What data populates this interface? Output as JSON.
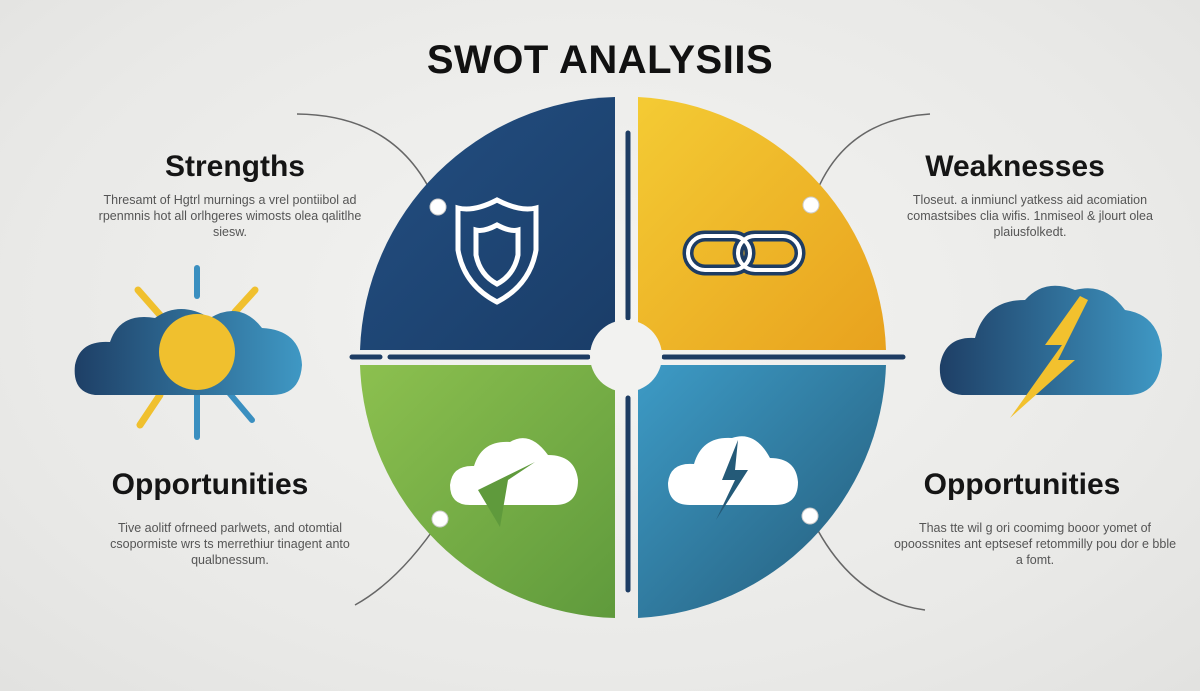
{
  "title": "SWOT ANALYSIIS",
  "sections": [
    {
      "heading": "Strengths",
      "text": "Thresamt of Hgtrl murnings a vrel pontiibol ad rpenmnis hot all orlhgeres wimosts olea qalitlhe siesw.",
      "icon": "sun-cloud-icon"
    },
    {
      "heading": "Weaknesses",
      "text": "Tloseut. a inmiuncl yatkess aid acomiation comastsibes clia wifis. 1nmiseol & jlourt olea plaiusfolkedt.",
      "icon": "storm-cloud-icon"
    },
    {
      "heading": "Opportunities",
      "text": "Tive aolitf ofrneed parlwets, and otomtial csopormiste wrs ts merrethiur tinagent anto qualbnessum.",
      "icon": ""
    },
    {
      "heading": "Opportunities",
      "text": "Thas tte wil g ori coomimg booor yomet of opoossnites ant eptsesef retommilly pou dor e bble a fomt.",
      "icon": ""
    }
  ],
  "quadrant_icons": [
    "shield-icon",
    "chain-link-icon",
    "cloud-arrow-icon",
    "cloud-lightning-icon"
  ],
  "colors": {
    "strengths": "#1f4677",
    "weaknesses": "#f0c02e",
    "opportunities": "#79b347",
    "threats": "#2f7fa8",
    "divider": "#1d3c63"
  }
}
